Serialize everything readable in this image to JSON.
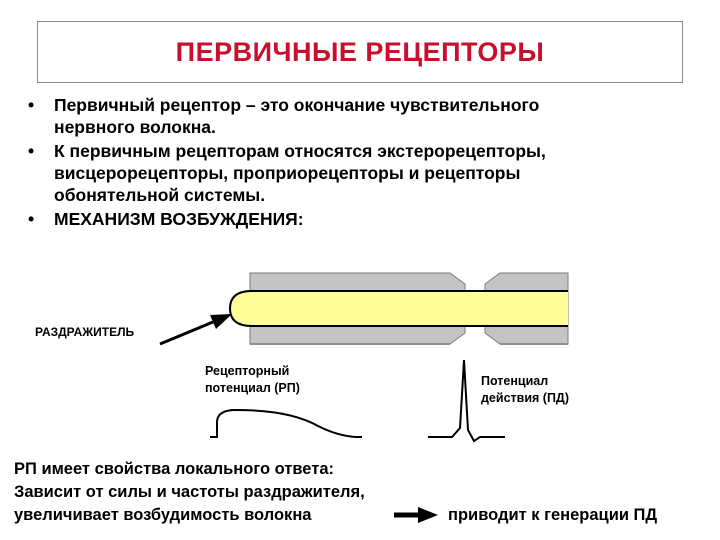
{
  "title": "ПЕРВИЧНЫЕ РЕЦЕПТОРЫ",
  "bullet_glyph": "•",
  "bullets": [
    {
      "lines": [
        "Первичный рецептор – это окончание чувствительного",
        "нервного волокна."
      ]
    },
    {
      "lines": [
        "К первичным рецепторам относятся экстерорецепторы,",
        "висцерорецепторы, проприорецепторы и рецепторы",
        "обонятельной системы."
      ]
    },
    {
      "lines": [
        "МЕХАНИЗМ ВОЗБУЖДЕНИЯ:"
      ]
    }
  ],
  "diagram": {
    "stimulus_label": "РАЗДРАЖИТЕЛЬ",
    "rp_label": [
      "Рецепторный",
      "потенциал (РП)"
    ],
    "pd_label": [
      "Потенциал",
      "действия (ПД)"
    ],
    "colors": {
      "fiber_fill": "#ffff99",
      "fiber_outline": "#000000",
      "sheath": "#c4c4c4",
      "sheath_dark": "#8f8f8f"
    }
  },
  "bottom": {
    "line1": "РП имеет свойства локального ответа:",
    "line2": "Зависит от силы и частоты раздражителя,",
    "line3_left": "увеличивает возбудимость волокна",
    "line3_right": "приводит к генерации ПД"
  }
}
